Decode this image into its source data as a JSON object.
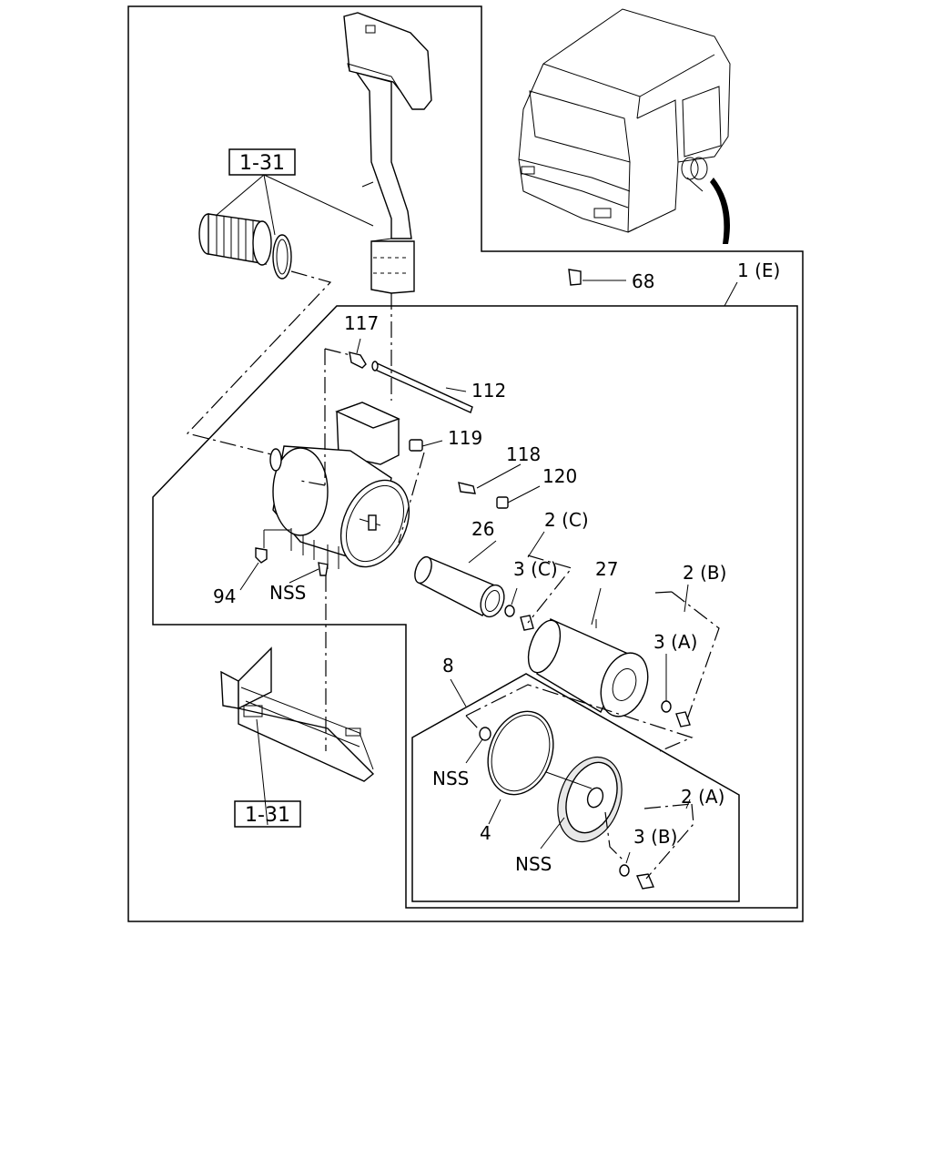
{
  "callouts": {
    "ref_1_31_top": "1-31",
    "ref_1_31_bottom": "1-31",
    "p68": "68",
    "p1e": "1 (E)",
    "p117": "117",
    "p112": "112",
    "p119": "119",
    "p118": "118",
    "p120": "120",
    "p26": "26",
    "p2c": "2 (C)",
    "p3c": "3 (C)",
    "p27": "27",
    "p2b": "2 (B)",
    "p3a": "3 (A)",
    "p94": "94",
    "nss_bracket": "NSS",
    "p8": "8",
    "nss_seal": "NSS",
    "p4": "4",
    "nss_cover": "NSS",
    "p2a": "2 (A)",
    "p3b": "3 (B)"
  }
}
